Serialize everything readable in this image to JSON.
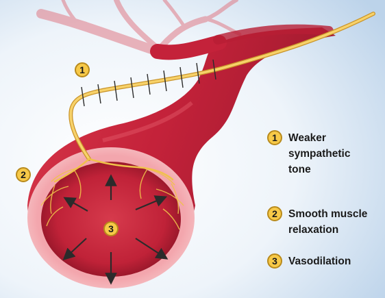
{
  "markers": {
    "nerve": "1",
    "wall": "2",
    "lumen": "3"
  },
  "legend": [
    {
      "number": "1",
      "label": "Weaker\nsympathetic\ntone"
    },
    {
      "number": "2",
      "label": "Smooth muscle\nrelaxation"
    },
    {
      "number": "3",
      "label": "Vasodilation"
    }
  ],
  "colors": {
    "badge_fill": "#f7c948",
    "vessel": "#c8243a",
    "nerve": "#f2c14e",
    "background": "#c9dcee"
  }
}
